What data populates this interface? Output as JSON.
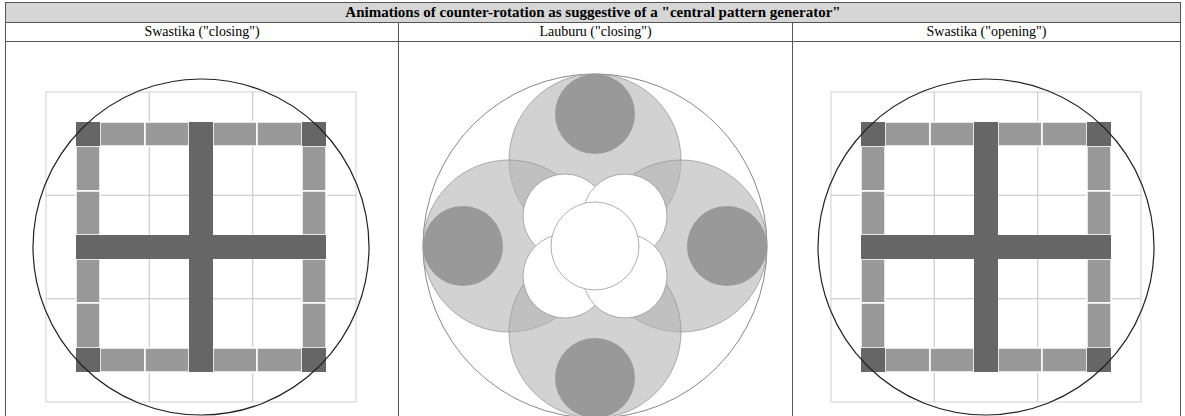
{
  "diagram": {
    "title": "Animations of counter-rotation as suggestive of a \"central pattern generator\"",
    "labels": [
      "Swastika (\"closing\")",
      "Lauburu (\"closing\")",
      "Swastika (\"opening\")"
    ]
  }
}
